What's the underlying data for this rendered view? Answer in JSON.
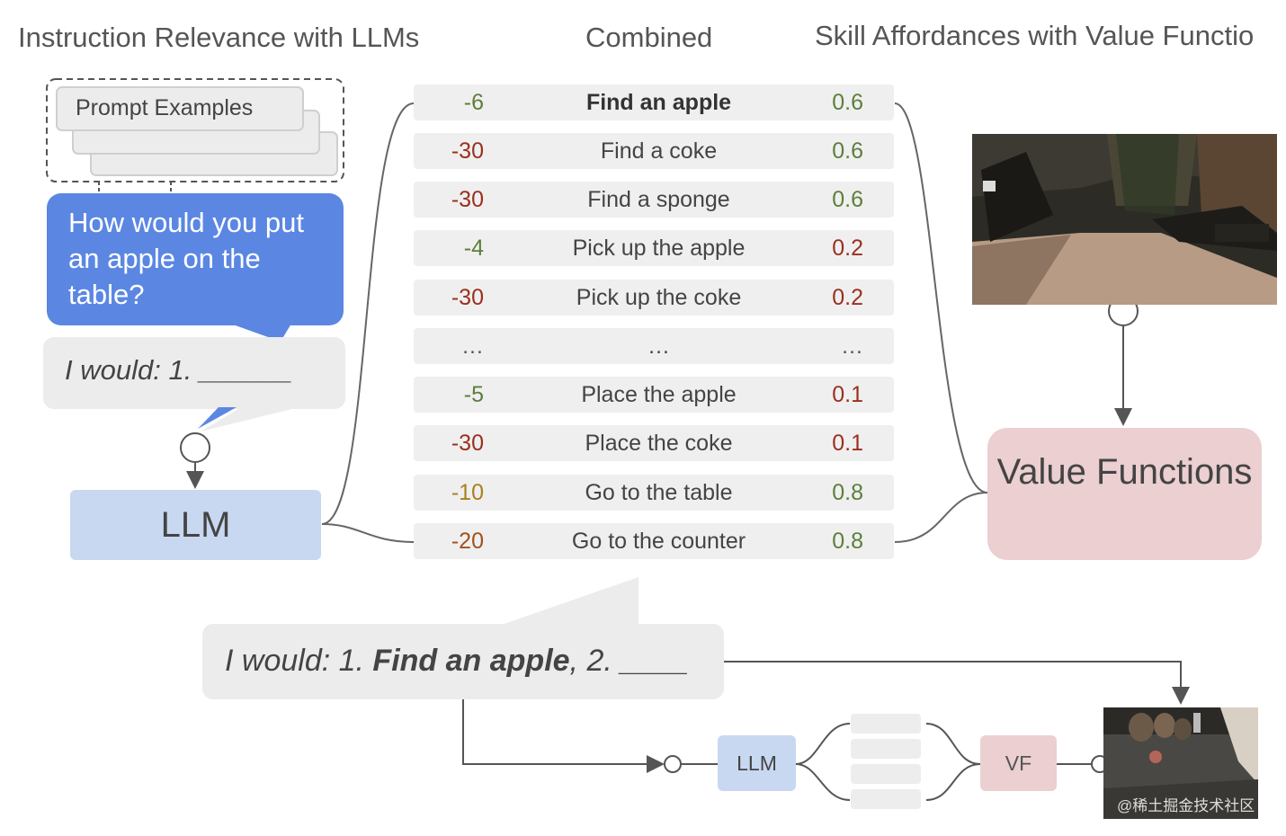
{
  "headings": {
    "left": "Instruction Relevance with LLMs",
    "center": "Combined",
    "right": "Skill Affordances with Value Functio"
  },
  "prompt_examples_label": "Prompt Examples",
  "question_bubble": "How would you put an apple on the table?",
  "answer_bubble_prefix": "I would: 1. ______",
  "llm_label": "LLM",
  "value_functions_label": "Value Functions",
  "rows": [
    {
      "score": "-6",
      "score_color": "#5c7f3a",
      "label": "Find an apple",
      "bold": true,
      "afford": "0.6",
      "afford_color": "#5c7f3a"
    },
    {
      "score": "-30",
      "score_color": "#9b2f1f",
      "label": "Find a coke",
      "bold": false,
      "afford": "0.6",
      "afford_color": "#5c7f3a"
    },
    {
      "score": "-30",
      "score_color": "#9b2f1f",
      "label": "Find a sponge",
      "bold": false,
      "afford": "0.6",
      "afford_color": "#5c7f3a"
    },
    {
      "score": "-4",
      "score_color": "#5c7f3a",
      "label": "Pick up the apple",
      "bold": false,
      "afford": "0.2",
      "afford_color": "#9b2f1f"
    },
    {
      "score": "-30",
      "score_color": "#9b2f1f",
      "label": "Pick up the coke",
      "bold": false,
      "afford": "0.2",
      "afford_color": "#9b2f1f"
    },
    {
      "score": "…",
      "score_color": "#555555",
      "label": "…",
      "bold": false,
      "afford": "…",
      "afford_color": "#555555"
    },
    {
      "score": "-5",
      "score_color": "#5c7f3a",
      "label": "Place the apple",
      "bold": false,
      "afford": "0.1",
      "afford_color": "#9b2f1f"
    },
    {
      "score": "-30",
      "score_color": "#9b2f1f",
      "label": "Place the coke",
      "bold": false,
      "afford": "0.1",
      "afford_color": "#9b2f1f"
    },
    {
      "score": "-10",
      "score_color": "#a8811f",
      "label": "Go to the table",
      "bold": false,
      "afford": "0.8",
      "afford_color": "#5c7f3a"
    },
    {
      "score": "-20",
      "score_color": "#a0521c",
      "label": "Go to the counter",
      "bold": false,
      "afford": "0.8",
      "afford_color": "#5c7f3a"
    }
  ],
  "bottom_sentence": {
    "prefix": "I would: 1. ",
    "bold": "Find an apple",
    "suffix": ", 2. ____"
  },
  "mini_llm_label": "LLM",
  "mini_vf_label": "VF",
  "watermark": "@稀土掘金技术社区",
  "colors": {
    "question_bubble": "#5b87e3",
    "llm_box": "#c8d8f1",
    "value_functions_box": "#ebcfd1",
    "row_bg": "#efefef",
    "green": "#5c7f3a",
    "red": "#9b2f1f"
  }
}
